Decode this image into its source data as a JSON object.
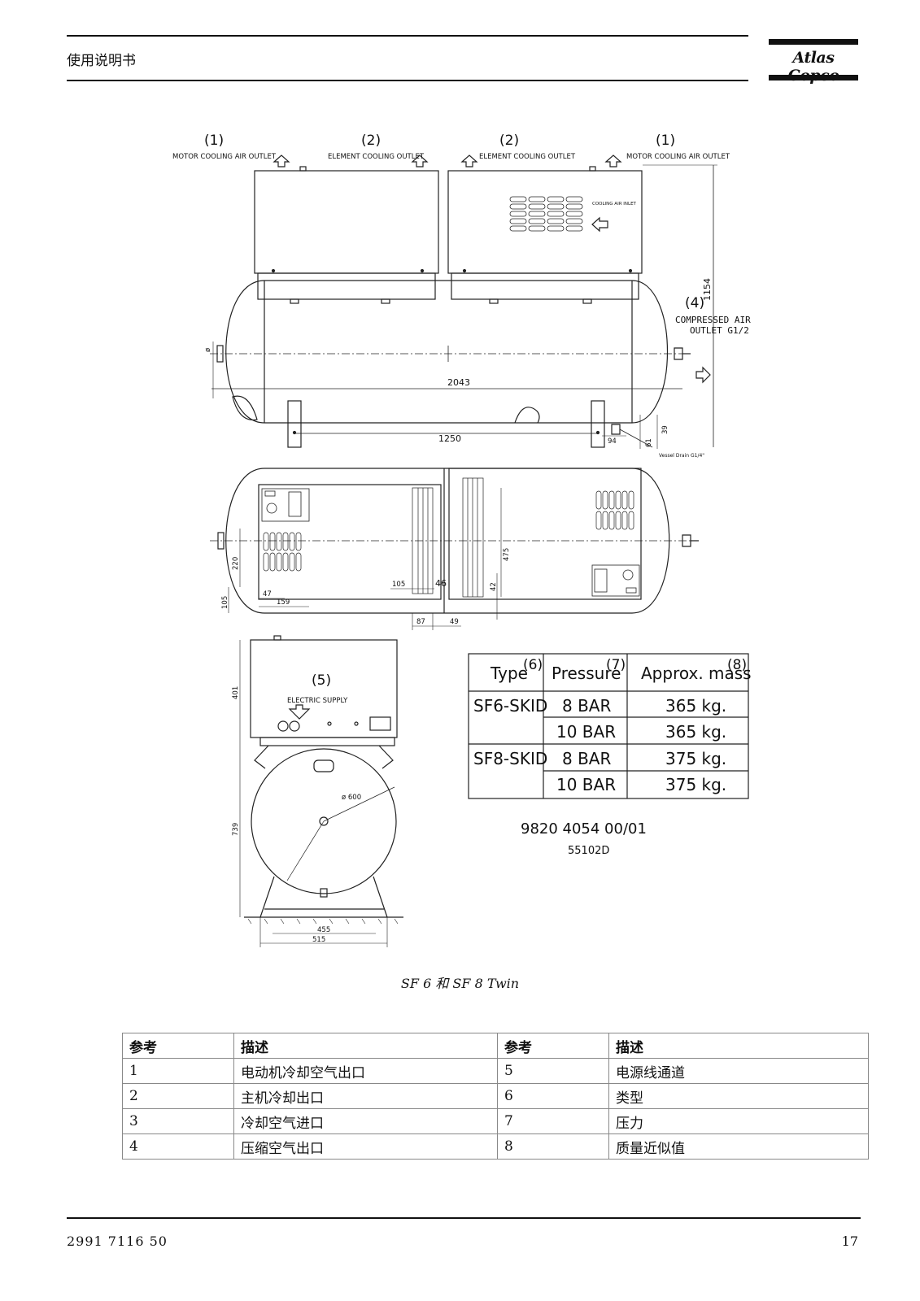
{
  "header": {
    "title": "使用说明书",
    "brand": "Atlas Copco"
  },
  "figure": {
    "callouts": {
      "c1": "(1)",
      "c2": "(2)",
      "c4": "(4)",
      "c5": "(5)",
      "c6": "(6)",
      "c7": "(7)",
      "c8": "(8)"
    },
    "labels": {
      "motor_cooling_air_outlet": "MOTOR COOLING AIR OUTLET",
      "element_cooling_outlet": "ELEMENT COOLING OUTLET",
      "cooling_air_inlet": "COOLING AIR INLET",
      "compressed_air_outlet_1": "COMPRESSED AIR",
      "compressed_air_outlet_2": "OUTLET G1/2",
      "vessel_drain": "Vessel Drain G1/4\"",
      "electric_supply": "ELECTRIC SUPPLY",
      "diameter": "ø 600"
    },
    "dimensions": {
      "d1154": "1154",
      "d2043": "2043",
      "d1250": "1250",
      "d94": "94",
      "d61": "61",
      "d39": "39",
      "d475": "475",
      "d220": "220",
      "d105a": "105",
      "d47": "47",
      "d159": "159",
      "d105b": "105",
      "d46": "46",
      "d42": "42",
      "d87": "87",
      "d49": "49",
      "d401": "401",
      "d739": "739",
      "d455": "455",
      "d515": "515"
    },
    "spec_table": {
      "headers": [
        "Type",
        "Pressure",
        "Approx. mass"
      ],
      "rows": [
        {
          "type": "SF6-SKID",
          "pressure": "8 BAR",
          "mass": "365 kg."
        },
        {
          "type": "",
          "pressure": "10 BAR",
          "mass": "365 kg."
        },
        {
          "type": "SF8-SKID",
          "pressure": "8 BAR",
          "mass": "375 kg."
        },
        {
          "type": "",
          "pressure": "10 BAR",
          "mass": "375 kg."
        }
      ]
    },
    "drawing_number": "9820 4054 00/01",
    "drawing_code": "55102D"
  },
  "caption": "SF 6 和 SF 8 Twin",
  "legend": {
    "headers": [
      "参考",
      "描述",
      "参考",
      "描述"
    ],
    "rows": [
      [
        "1",
        "电动机冷却空气出口",
        "5",
        "电源线通道"
      ],
      [
        "2",
        "主机冷却出口",
        "6",
        "类型"
      ],
      [
        "3",
        "冷却空气进口",
        "7",
        "压力"
      ],
      [
        "4",
        "压缩空气出口",
        "8",
        "质量近似值"
      ]
    ]
  },
  "footer": {
    "doc_number": "2991 7116 50",
    "page": "17"
  }
}
